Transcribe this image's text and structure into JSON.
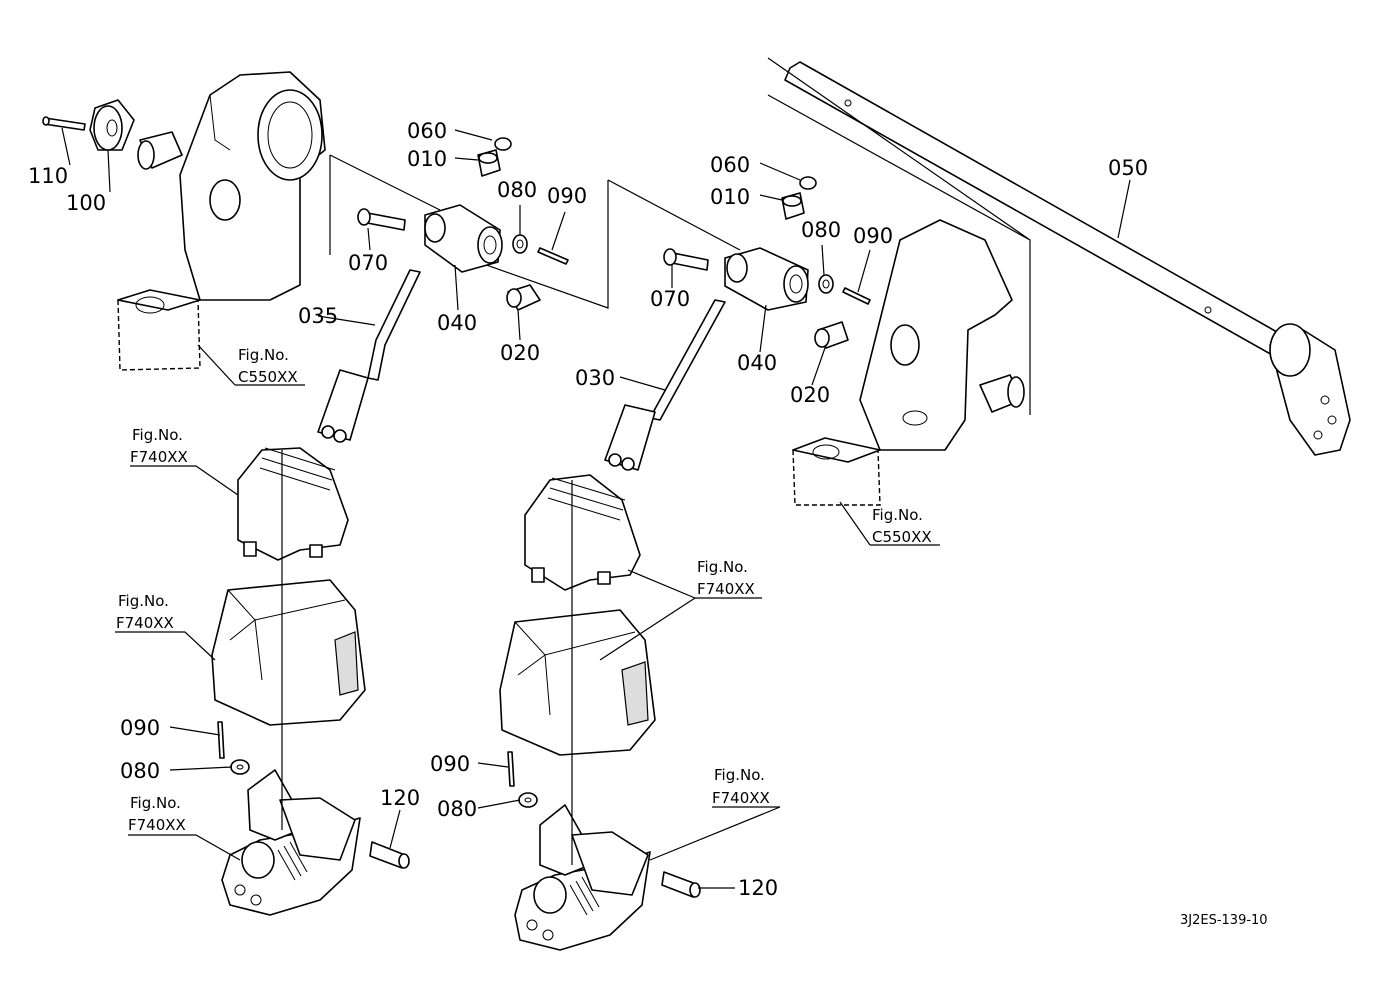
{
  "diagram": {
    "drawing_code": "3J2ES-139-10",
    "callouts": {
      "c110": "110",
      "c100": "100",
      "c060a": "060",
      "c010a": "010",
      "c080a": "080",
      "c090a": "090",
      "c070a": "070",
      "c040a": "040",
      "c020a": "020",
      "c035": "035",
      "c060b": "060",
      "c010b": "010",
      "c080b": "080",
      "c090b": "090",
      "c070b": "070",
      "c040b": "040",
      "c020b": "020",
      "c030": "030",
      "c050": "050",
      "c090c": "090",
      "c080c": "080",
      "c120a": "120",
      "c090d": "090",
      "c080d": "080",
      "c120b": "120"
    },
    "fig_refs": [
      {
        "label": "Fig.No.",
        "code": "C550XX"
      },
      {
        "label": "Fig.No.",
        "code": "F740XX"
      },
      {
        "label": "Fig.No.",
        "code": "F740XX"
      },
      {
        "label": "Fig.No.",
        "code": "F740XX"
      },
      {
        "label": "Fig.No.",
        "code": "C550XX"
      },
      {
        "label": "Fig.No.",
        "code": "F740XX"
      },
      {
        "label": "Fig.No.",
        "code": "F740XX"
      }
    ]
  }
}
